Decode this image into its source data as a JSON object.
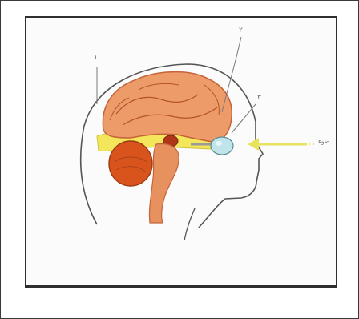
{
  "figure": {
    "subject": "brain-sagittal-view",
    "colors": {
      "cerebrum": "#ee9b6a",
      "cerebrum_outline": "#c4643a",
      "cerebellum": "#d9541d",
      "brainstem": "#e7915f",
      "optic_tract": "#f3e65a",
      "eye": "#bfe4ea",
      "arrow": "#e6e35c",
      "head_outline": "#555555"
    },
    "labels": {
      "label_1": "١",
      "label_2": "٢",
      "label_3": "٣",
      "light_label": "ضوء"
    }
  }
}
